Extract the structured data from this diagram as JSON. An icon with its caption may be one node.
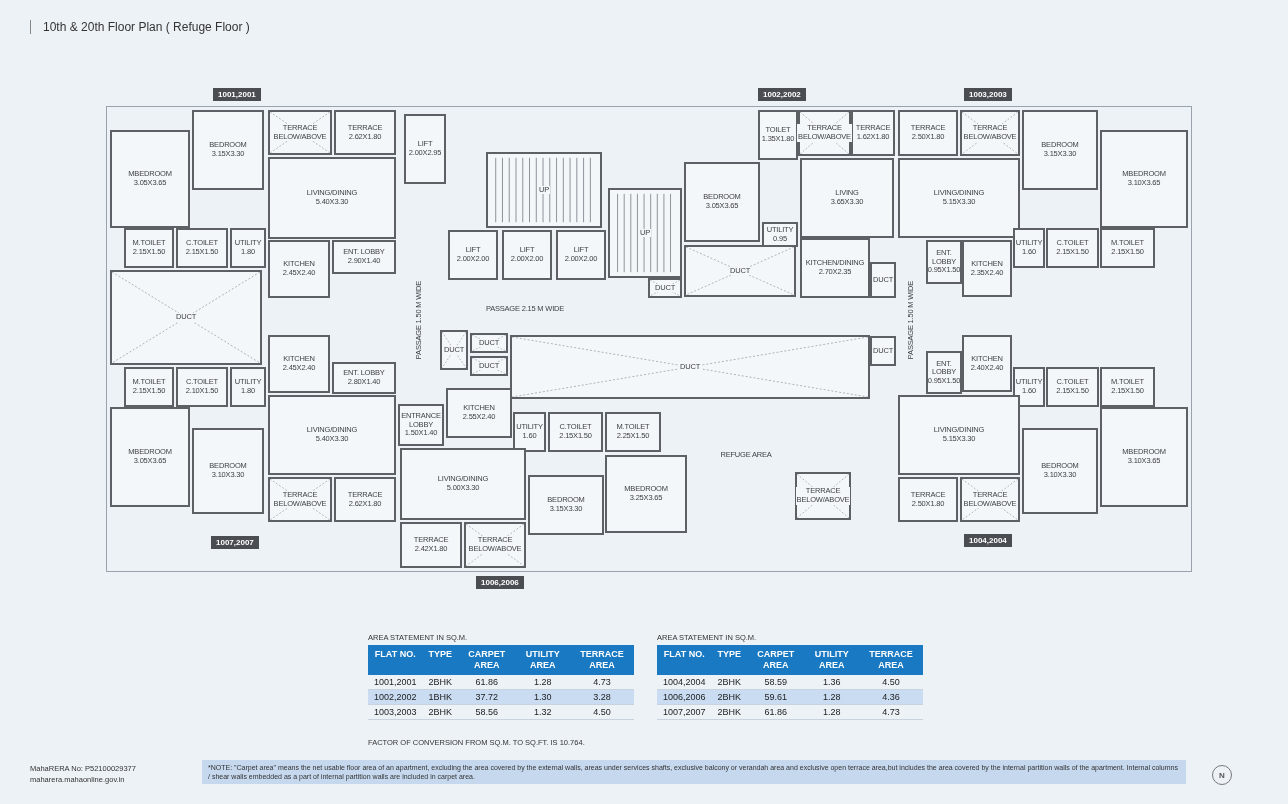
{
  "diagram": {
    "title": "10th & 20th Floor Plan ( Refuge Floor )",
    "nodes": [
      {
        "text": [
          "BEDROOM",
          "3.15X3.30"
        ]
      },
      {
        "text": [
          "TERRACE BELOW/ABOVE"
        ]
      },
      {
        "text": [
          "TERRACE",
          "2.62X1.80"
        ]
      },
      {
        "text": [
          "LIFT",
          "2.00X2.95"
        ]
      },
      {
        "text": [
          "MBEDROOM",
          "3.05X3.65"
        ]
      },
      {
        "text": [
          "LIVING/DINING",
          "5.40X3.30"
        ]
      },
      {
        "text": [
          "M.TOILET",
          "2.15X1.50"
        ]
      },
      {
        "text": [
          "C.TOILET",
          "2.15X1.50"
        ]
      },
      {
        "text": [
          "UTILITY",
          "1.80"
        ]
      },
      {
        "text": [
          "KITCHEN",
          "2.45X2.40"
        ]
      },
      {
        "text": [
          "ENT. LOBBY",
          "2.90X1.40"
        ]
      },
      {
        "text": [
          "DUCT"
        ]
      },
      {
        "text": [
          "UP"
        ]
      },
      {
        "text": [
          "LIFT",
          "2.00X2.00"
        ]
      },
      {
        "text": [
          "LIFT",
          "2.00X2.00"
        ]
      },
      {
        "text": [
          "LIFT",
          "2.00X2.00"
        ]
      },
      {
        "text": [
          "UP"
        ]
      },
      {
        "text": [
          "DUCT"
        ]
      },
      {
        "text": [
          "PASSAGE 2.15 M WIDE"
        ]
      },
      {
        "text": [
          "PASSAGE 1.50 M WIDE"
        ]
      },
      {
        "text": [
          "TOILET",
          "1.35X1.80"
        ]
      },
      {
        "text": [
          "BEDROOM",
          "3.05X3.65"
        ]
      },
      {
        "text": [
          "UTILITY",
          "0.95"
        ]
      },
      {
        "text": [
          "DUCT"
        ]
      },
      {
        "text": [
          "TERRACE BELOW/ABOVE"
        ]
      },
      {
        "text": [
          "TERRACE",
          "1.62X1.80"
        ]
      },
      {
        "text": [
          "LIVING",
          "3.65X3.30"
        ]
      },
      {
        "text": [
          "KITCHEN/DINING",
          "2.70X2.35"
        ]
      },
      {
        "text": [
          "DUCT"
        ]
      },
      {
        "text": [
          "TERRACE",
          "2.50X1.80"
        ]
      },
      {
        "text": [
          "TERRACE BELOW/ABOVE"
        ]
      },
      {
        "text": [
          "BEDROOM",
          "3.15X3.30"
        ]
      },
      {
        "text": [
          "LIVING/DINING",
          "5.15X3.30"
        ]
      },
      {
        "text": [
          "MBEDROOM",
          "3.10X3.65"
        ]
      },
      {
        "text": [
          "ENT. LOBBY",
          "0.95X1.50"
        ]
      },
      {
        "text": [
          "KITCHEN",
          "2.35X2.40"
        ]
      },
      {
        "text": [
          "UTILITY",
          "1.60"
        ]
      },
      {
        "text": [
          "C.TOILET",
          "2.15X1.50"
        ]
      },
      {
        "text": [
          "M.TOILET",
          "2.15X1.50"
        ]
      },
      {
        "text": [
          "PASSAGE 1.50 M WIDE"
        ]
      },
      {
        "text": [
          "DUCT"
        ]
      },
      {
        "text": [
          "DUCT"
        ]
      },
      {
        "text": [
          "DUCT"
        ]
      },
      {
        "text": [
          "DUCT"
        ]
      },
      {
        "text": [
          "DUCT"
        ]
      },
      {
        "text": [
          "KITCHEN",
          "2.45X2.40"
        ]
      },
      {
        "text": [
          "ENT. LOBBY",
          "2.80X1.40"
        ]
      },
      {
        "text": [
          "M.TOILET",
          "2.15X1.50"
        ]
      },
      {
        "text": [
          "C.TOILET",
          "2.10X1.50"
        ]
      },
      {
        "text": [
          "UTILITY",
          "1.80"
        ]
      },
      {
        "text": [
          "LIVING/DINING",
          "5.40X3.30"
        ]
      },
      {
        "text": [
          "MBEDROOM",
          "3.05X3.65"
        ]
      },
      {
        "text": [
          "BEDROOM",
          "3.10X3.30"
        ]
      },
      {
        "text": [
          "TERRACE BELOW/ABOVE"
        ]
      },
      {
        "text": [
          "TERRACE",
          "2.62X1.80"
        ]
      },
      {
        "text": [
          "ENTRANCE LOBBY",
          "1.50X1.40"
        ]
      },
      {
        "text": [
          "KITCHEN",
          "2.55X2.40"
        ]
      },
      {
        "text": [
          "UTILITY",
          "1.60"
        ]
      },
      {
        "text": [
          "C.TOILET",
          "2.15X1.50"
        ]
      },
      {
        "text": [
          "M.TOILET",
          "2.25X1.50"
        ]
      },
      {
        "text": [
          "LIVING/DINING",
          "5.00X3.30"
        ]
      },
      {
        "text": [
          "MBEDROOM",
          "3.25X3.65"
        ]
      },
      {
        "text": [
          "BEDROOM",
          "3.15X3.30"
        ]
      },
      {
        "text": [
          "TERRACE",
          "2.42X1.80"
        ]
      },
      {
        "text": [
          "TERRACE BELOW/ABOVE"
        ]
      },
      {
        "text": [
          "REFUGE AREA"
        ]
      },
      {
        "text": [
          "TERRACE BELOW/ABOVE"
        ]
      },
      {
        "text": [
          "KITCHEN",
          "2.40X2.40"
        ]
      },
      {
        "text": [
          "ENT. LOBBY",
          "0.95X1.50"
        ]
      },
      {
        "text": [
          "UTILITY",
          "1.60"
        ]
      },
      {
        "text": [
          "C.TOILET",
          "2.15X1.50"
        ]
      },
      {
        "text": [
          "M.TOILET",
          "2.15X1.50"
        ]
      },
      {
        "text": [
          "LIVING/DINING",
          "5.15X3.30"
        ]
      },
      {
        "text": [
          "MBEDROOM",
          "3.10X3.65"
        ]
      },
      {
        "text": [
          "TERRACE",
          "2.50X1.80"
        ]
      },
      {
        "text": [
          "TERRACE BELOW/ABOVE"
        ]
      },
      {
        "text": [
          "BEDROOM",
          "3.10X3.30"
        ]
      }
    ],
    "labels": [
      "1001,2001",
      "1002,2002",
      "1003,2003",
      "1007,2007",
      "1004,2004",
      "1006,2006",
      "AREA STATEMENT IN SQ.M.",
      "FLAT NO.",
      "TYPE",
      "CARPET AREA",
      "UTILITY AREA",
      "TERRACE AREA",
      "1001,2001",
      "2BHK",
      "61.86",
      "1.28",
      "4.73",
      "1002,2002",
      "1BHK",
      "37.72",
      "1.30",
      "3.28",
      "1003,2003",
      "2BHK",
      "58.56",
      "1.32",
      "4.50",
      "AREA STATEMENT IN SQ.M.",
      "FLAT NO.",
      "TYPE",
      "CARPET AREA",
      "UTILITY AREA",
      "TERRACE AREA",
      "1004,2004",
      "2BHK",
      "58.59",
      "1.36",
      "4.50",
      "1006,2006",
      "2BHK",
      "59.61",
      "1.28",
      "4.36",
      "1007,2007",
      "2BHK",
      "61.86",
      "1.28",
      "4.73",
      "FACTOR OF CONVERSION FROM SQ.M. TO SQ.FT. IS 10.764.",
      "MahaRERA No: P52100029377",
      "maharera.mahaonline.gov.in",
      "*NOTE: \"Carpet area\" means the net usable floor area of an apartment, excluding the area covered by the external walls, areas under services shafts, exclusive balcony or verandah area and exclusive open terrace area,but includes the area covered by the internal partition walls of the apartment. Internal columns / shear walls embedded as a part of internal partition walls are included in carpet area.",
      "N"
    ]
  }
}
